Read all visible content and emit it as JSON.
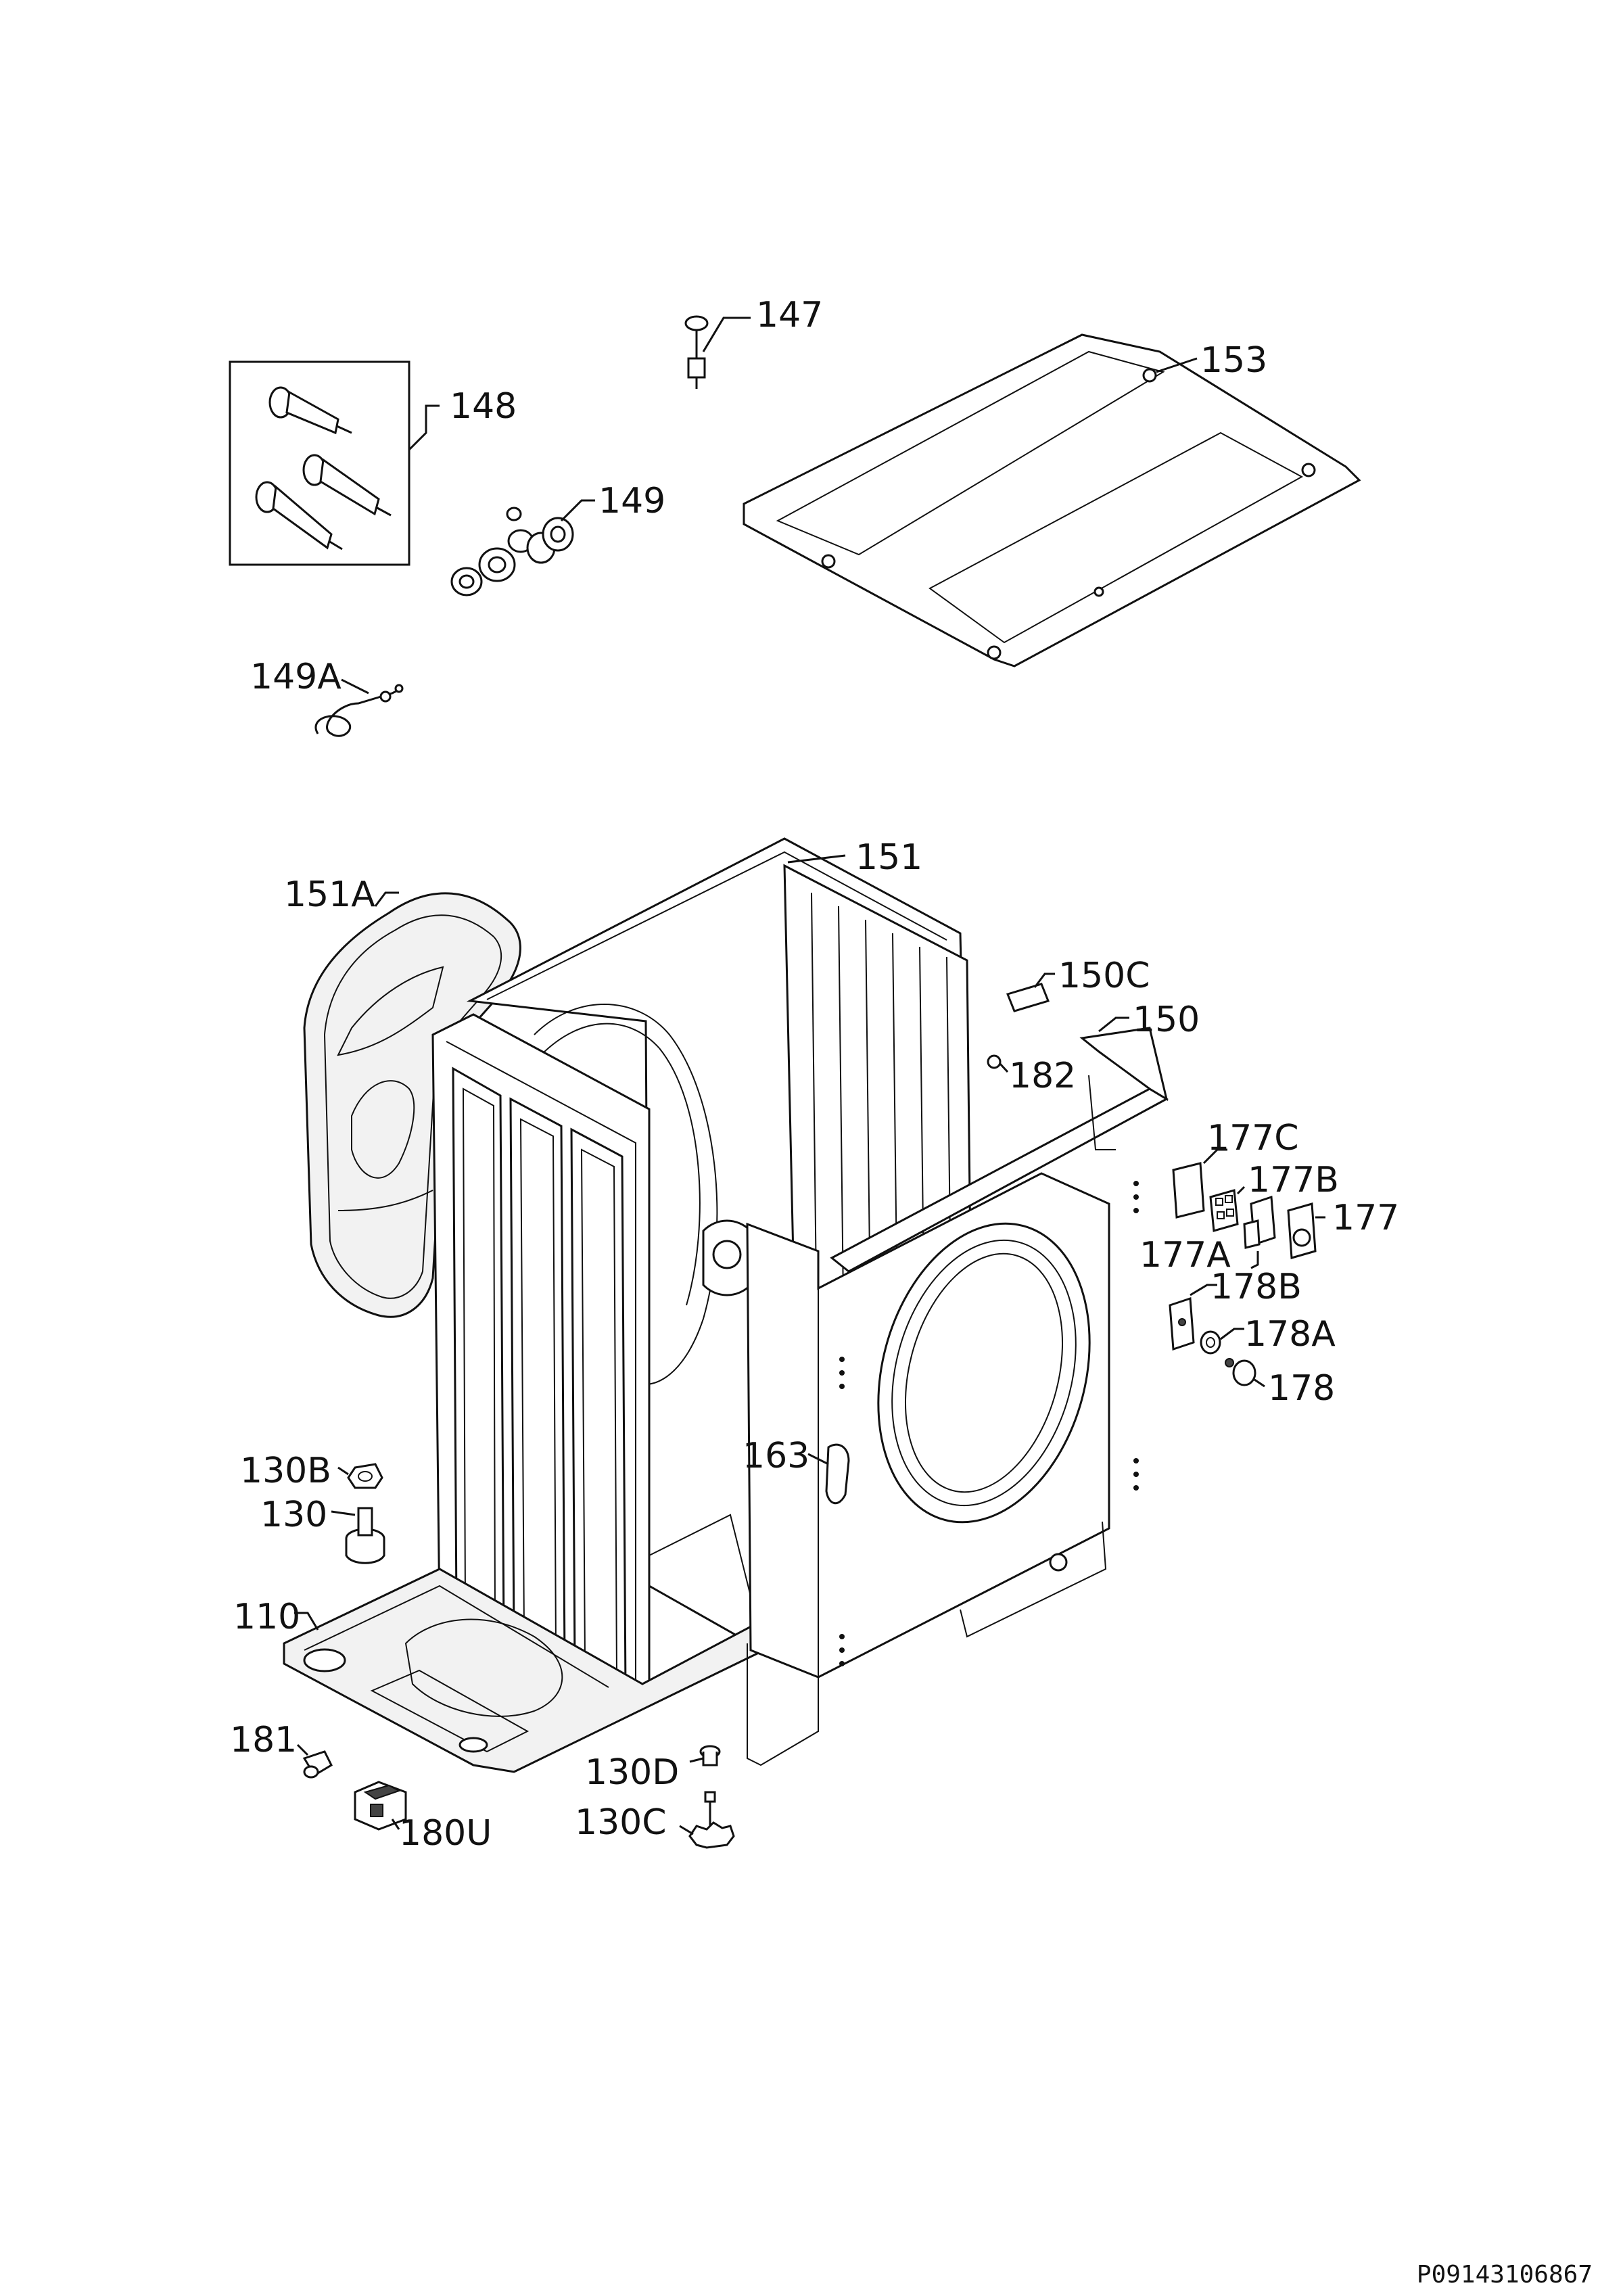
{
  "labels": {
    "p147": "147",
    "p148": "148",
    "p149": "149",
    "p149A": "149A",
    "p153": "153",
    "p151A": "151A",
    "p151": "151",
    "p150C": "150C",
    "p150": "150",
    "p182": "182",
    "p177C": "177C",
    "p177B": "177B",
    "p177": "177",
    "p177A": "177A",
    "p178B": "178B",
    "p178A": "178A",
    "p178": "178",
    "p163": "163",
    "p130B": "130B",
    "p130": "130",
    "p110": "110",
    "p181": "181",
    "p180U": "180U",
    "p130D": "130D",
    "p130C": "130C"
  },
  "footer": {
    "code": "P09143106867"
  }
}
